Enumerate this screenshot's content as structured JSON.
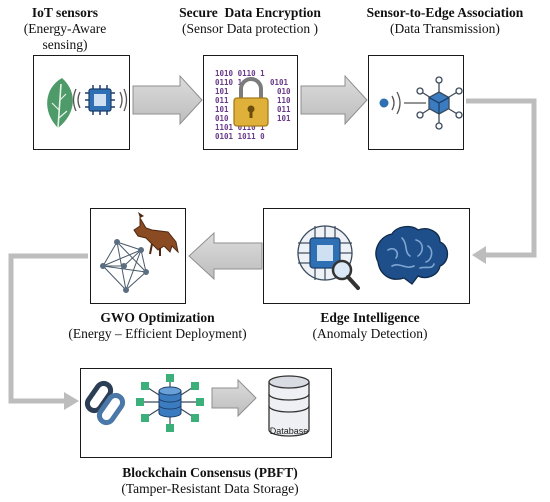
{
  "stages": {
    "iot": {
      "title": "IoT sensors",
      "subtitle_1": "(Energy-Aware",
      "subtitle_2": "sensing)"
    },
    "encryption": {
      "title": "Secure  Data Encryption",
      "subtitle": "(Sensor Data protection )"
    },
    "association": {
      "title": "Sensor-to-Edge Association",
      "subtitle": "(Data Transmission)"
    },
    "edge": {
      "title": "Edge Intelligence",
      "subtitle": "(Anomaly Detection)"
    },
    "gwo": {
      "title": "GWO Optimization",
      "subtitle": "(Energy – Efficient Deployment)"
    },
    "blockchain": {
      "title": "Blockchain Consensus (PBFT)",
      "subtitle": "(Tamper-Resistant Data Storage)",
      "database_label": "Database"
    }
  },
  "icons": [
    "leaf-icon",
    "chip-icon",
    "signal-icon",
    "binary-icon",
    "padlock-icon",
    "transmitter-icon",
    "edge-node-icon",
    "ai-chip-icon",
    "magnifier-icon",
    "brain-icon",
    "wolf-icon",
    "network-mesh-icon",
    "chain-link-icon",
    "database-hub-icon",
    "database-icon"
  ],
  "colors": {
    "arrow": "#c9c9c9",
    "arrow_stroke": "#8f8f8f",
    "leaf": "#4e9a68",
    "chip": "#2f6fb4",
    "padlock": "#e0b13a",
    "binary": "#6a3a8a",
    "brain": "#1e4f8a",
    "wolf": "#8a4a22",
    "hub": "#3b7cc0"
  }
}
